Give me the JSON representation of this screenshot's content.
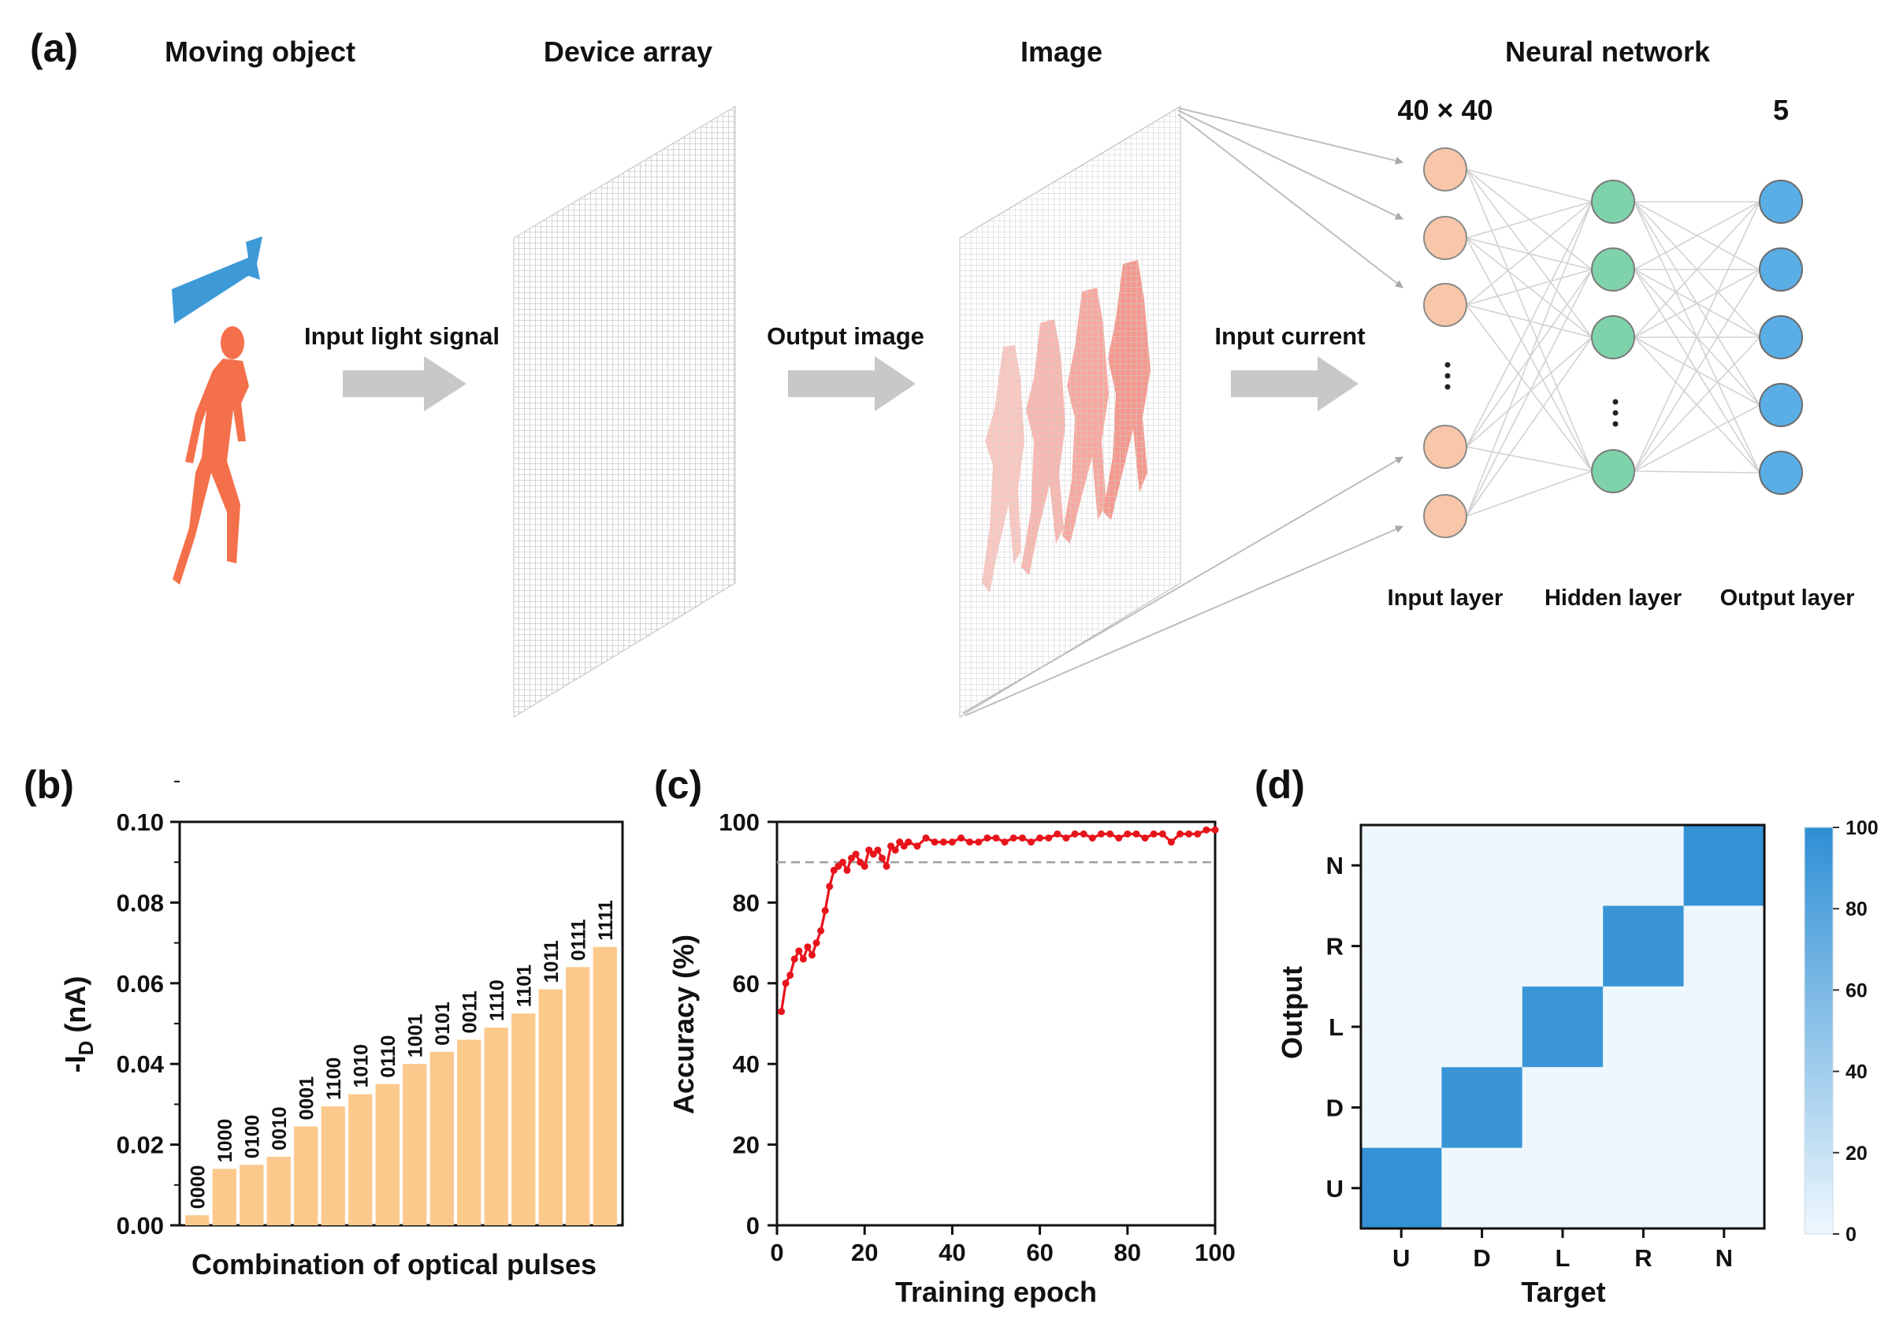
{
  "panel_a": {
    "label": "(a)",
    "headers": {
      "moving_object": "Moving object",
      "device_array": "Device array",
      "image": "Image",
      "neural_network": "Neural network"
    },
    "arrow_labels": {
      "light": "Input light signal",
      "output": "Output image",
      "current": "Input current"
    },
    "layer_sizes": {
      "input": "40 × 40",
      "output": "5"
    },
    "layer_labels": {
      "input": "Input layer",
      "hidden": "Hidden layer",
      "output": "Output layer"
    },
    "colors": {
      "figure": "#f4704a",
      "arrow_blue": "#3d9ad7",
      "grey_arrow": "#c8c8c8",
      "input_node": "#f8c6a8",
      "hidden_node": "#7fd3aa",
      "output_node": "#5aaee6"
    }
  },
  "chart_data": [
    {
      "type": "bar",
      "panel": "(b)",
      "categories": [
        "0000",
        "1000",
        "0100",
        "0010",
        "0001",
        "1100",
        "1010",
        "0110",
        "1001",
        "0101",
        "0011",
        "1110",
        "1101",
        "1011",
        "0111",
        "1111"
      ],
      "values": [
        0.0025,
        0.014,
        0.015,
        0.017,
        0.0245,
        0.0295,
        0.0325,
        0.035,
        0.04,
        0.043,
        0.046,
        0.049,
        0.0525,
        0.0585,
        0.064,
        0.069
      ],
      "bar_labels": [
        "0000",
        "1000",
        "0100",
        "0010",
        "0001",
        "1100",
        "1010",
        "0110",
        "1001",
        "0101",
        "0011",
        "1110",
        "1101",
        "1011",
        "0111",
        "1111"
      ],
      "xlabel": "Combination of optical pulses",
      "ylabel_main": "-I",
      "ylabel_sub": "D",
      "ylabel_unit": " (nA)",
      "ylim": [
        0,
        0.1
      ],
      "yticks": [
        "0.00",
        "0.02",
        "0.04",
        "0.06",
        "0.08",
        "0.10"
      ],
      "color": "#fcc98c"
    },
    {
      "type": "line",
      "panel": "(c)",
      "x": [
        1,
        2,
        3,
        4,
        5,
        6,
        7,
        8,
        9,
        10,
        11,
        12,
        13,
        14,
        15,
        16,
        17,
        18,
        19,
        20,
        21,
        22,
        23,
        24,
        25,
        26,
        27,
        28,
        29,
        30,
        32,
        34,
        36,
        38,
        40,
        42,
        44,
        46,
        48,
        50,
        52,
        54,
        56,
        58,
        60,
        62,
        64,
        66,
        68,
        70,
        72,
        74,
        76,
        78,
        80,
        82,
        84,
        86,
        88,
        90,
        92,
        94,
        96,
        98,
        100
      ],
      "y": [
        53,
        60,
        62,
        66,
        68,
        66,
        69,
        67,
        70,
        73,
        78,
        84,
        88,
        89,
        90,
        88,
        91,
        92,
        90,
        89,
        93,
        92,
        93,
        91,
        89,
        94,
        93,
        95,
        94,
        95,
        94,
        96,
        95,
        95,
        95,
        96,
        95,
        95,
        96,
        96,
        95,
        96,
        96,
        95,
        96,
        96,
        97,
        96,
        97,
        97,
        96,
        97,
        97,
        96,
        97,
        97,
        96,
        97,
        97,
        95,
        97,
        97,
        97,
        98,
        98
      ],
      "xlabel": "Training epoch",
      "ylabel": "Accuracy (%)",
      "xlim": [
        0,
        100
      ],
      "ylim": [
        0,
        100
      ],
      "xticks": [
        "0",
        "20",
        "40",
        "60",
        "80",
        "100"
      ],
      "yticks": [
        "0",
        "20",
        "40",
        "60",
        "80",
        "100"
      ],
      "reference_line": 90,
      "color": "#e8141c"
    },
    {
      "type": "heatmap",
      "panel": "(d)",
      "x_categories": [
        "U",
        "D",
        "L",
        "R",
        "N"
      ],
      "y_categories": [
        "U",
        "D",
        "L",
        "R",
        "N"
      ],
      "matrix": [
        [
          97,
          0,
          0,
          0,
          0
        ],
        [
          0,
          94,
          0,
          0,
          0
        ],
        [
          0,
          0,
          93,
          0,
          0
        ],
        [
          0,
          0,
          0,
          94,
          0
        ],
        [
          0,
          0,
          0,
          0,
          97
        ]
      ],
      "xlabel": "Target",
      "ylabel": "Output",
      "colorbar_ticks": [
        "0",
        "20",
        "40",
        "60",
        "80",
        "100"
      ],
      "vmin": 0,
      "vmax": 100,
      "color_low": "#eef7fd",
      "color_high": "#2e8fd4"
    }
  ]
}
